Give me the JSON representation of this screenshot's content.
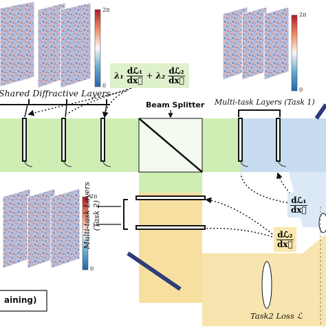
{
  "labels": {
    "shared_layers": "Shared Diffractive Layers",
    "beam_splitter": "Beam Splitter",
    "task1_layers": "Multi-task Layers (Task 1)",
    "task2_layers_line1": "Multi-task Layers",
    "task2_layers_line2": "(Task 2)",
    "training_box": "aining)",
    "task2_loss": "Task2 Loss ℒ"
  },
  "colorbars": [
    {
      "top": "2π",
      "bottom": "0"
    },
    {
      "top": "2π",
      "bottom": "0"
    },
    {
      "top": "2π",
      "bottom": "0"
    }
  ],
  "formula_shared": {
    "lambda1": "λ₁",
    "lambda2": "λ₂",
    "plus": "+",
    "num1": "dℒ₁",
    "num2": "dℒ₂",
    "den": "dx⃗"
  },
  "formula_task1": {
    "num": "dℒ₁",
    "den": "dx⃗"
  },
  "formula_task2": {
    "num": "dℒ₂",
    "den": "dx⃗"
  },
  "colors": {
    "green_beam": "#cfeeb4",
    "blue_beam": "#c7dcf0",
    "yellow_beam": "#f7dfa0",
    "formula_green_bg": "#dff0cc",
    "formula_yellow_bg": "#fbe7b0",
    "mirror": "#2f3c78"
  }
}
